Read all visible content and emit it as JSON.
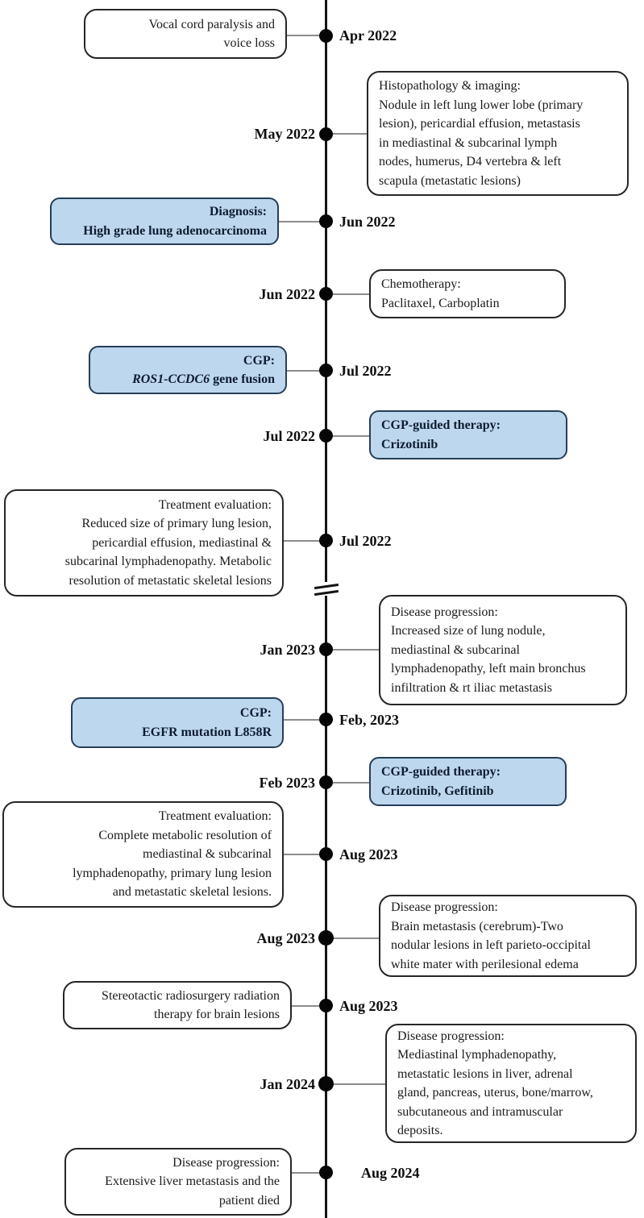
{
  "figure": {
    "kind": "vertical-clinical-timeline",
    "timeline_break_between": [
      "Jul 2022",
      "Jan 2023"
    ]
  },
  "colors": {
    "highlight_box_fill": "#bdd7ee",
    "highlight_box_border": "#263e58",
    "plain_box_border": "#262626",
    "timeline_line": "#141414",
    "connector_line": "#8c8c8c",
    "dot": "#060606"
  },
  "events": [
    {
      "date": "Apr 2022",
      "lines": [
        "Vocal cord paralysis and",
        "voice loss"
      ]
    },
    {
      "date": "May 2022",
      "lines": [
        "Histopathology & imaging:",
        "Nodule in left lung lower lobe (primary",
        "lesion), pericardial effusion, metastasis",
        "in mediastinal & subcarinal lymph",
        "nodes, humerus, D4 vertebra & left",
        "scapula (metastatic lesions)"
      ]
    },
    {
      "date": "Jun 2022",
      "lines": [
        "Diagnosis:",
        "High grade lung adenocarcinoma"
      ]
    },
    {
      "date": "Jun 2022",
      "lines": [
        "Chemotherapy:",
        "Paclitaxel,  Carboplatin"
      ]
    },
    {
      "date": "Jul 2022",
      "lines": [
        "CGP:"
      ],
      "gene_italic": "ROS1-CCDC6",
      "gene_rest": " gene fusion"
    },
    {
      "date": "Jul 2022",
      "lines": [
        "CGP-guided therapy:",
        "Crizotinib"
      ]
    },
    {
      "date": "Jul 2022",
      "lines": [
        "Treatment evaluation:",
        "Reduced size of primary lung lesion,",
        "pericardial effusion, mediastinal &",
        "subcarinal lymphadenopathy. Metabolic",
        "resolution of metastatic skeletal lesions"
      ]
    },
    {
      "date": "Jan 2023",
      "lines": [
        "Disease progression:",
        "Increased size of lung nodule,",
        "mediastinal & subcarinal",
        "lymphadenopathy, left main bronchus",
        "infiltration & rt iliac metastasis"
      ]
    },
    {
      "date": "Feb, 2023",
      "lines": [
        "CGP:",
        "EGFR mutation L858R"
      ]
    },
    {
      "date": "Feb 2023",
      "lines": [
        "CGP-guided therapy:",
        "Crizotinib, Gefitinib"
      ]
    },
    {
      "date": "Aug 2023",
      "lines": [
        "Treatment evaluation:",
        "Complete metabolic resolution of",
        "mediastinal & subcarinal",
        "lymphadenopathy, primary lung lesion",
        "and metastatic skeletal lesions."
      ]
    },
    {
      "date": "Aug 2023",
      "lines": [
        "Disease progression:",
        "Brain metastasis (cerebrum)-Two",
        "nodular lesions in left parieto-occipital",
        "white mater with perilesional edema"
      ]
    },
    {
      "date": "Aug 2023",
      "lines": [
        "Stereotactic radiosurgery radiation",
        "therapy for brain lesions"
      ]
    },
    {
      "date": "Jan 2024",
      "lines": [
        "Disease progression:",
        "Mediastinal lymphadenopathy,",
        "metastatic lesions in liver, adrenal",
        "gland, pancreas, uterus, bone/marrow,",
        "subcutaneous and intramuscular",
        "deposits."
      ]
    },
    {
      "date": "Aug 2024",
      "lines": [
        "Disease progression:",
        "Extensive liver metastasis and the",
        "patient died"
      ]
    }
  ]
}
